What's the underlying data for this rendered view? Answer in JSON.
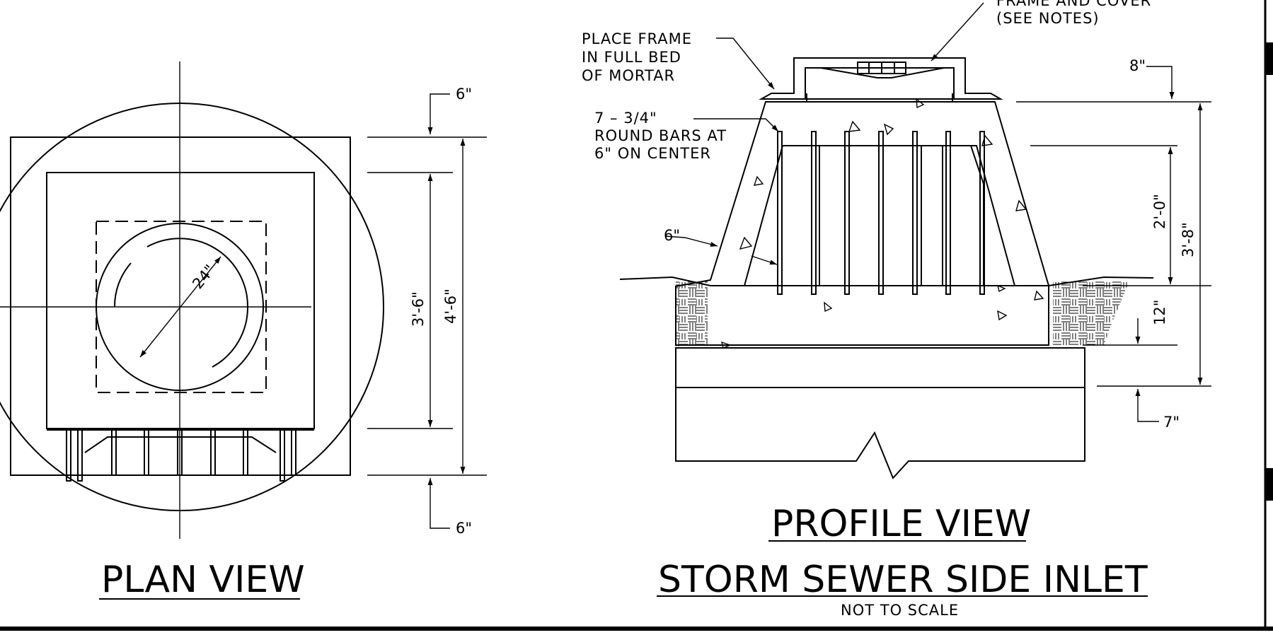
{
  "plan_view": {
    "title": "PLAN VIEW",
    "dim_diameter": "24\"",
    "dim_inner": "3'-6\"",
    "dim_outer": "4'-6\"",
    "dim_top_offset": "6\"",
    "dim_bottom_offset": "6\""
  },
  "profile_view": {
    "title": "PROFILE VIEW",
    "note_frame_cover_line1": "FRAME AND COVER",
    "note_frame_cover_line2": "(SEE NOTES)",
    "note_mortar_line1": "PLACE FRAME",
    "note_mortar_line2": "IN FULL BED",
    "note_mortar_line3": "OF MORTAR",
    "note_bars_line1": "7 – 3/4\"",
    "note_bars_line2": "ROUND BARS AT",
    "note_bars_line3": "6\" ON CENTER",
    "dim_wall": "6\"",
    "dim_top": "8\"",
    "dim_height": "2'-0\"",
    "dim_total": "3'-8\"",
    "dim_slab": "12\"",
    "dim_bottom": "7\""
  },
  "main_title": "STORM SEWER SIDE INLET",
  "scale_note": "NOT TO SCALE"
}
